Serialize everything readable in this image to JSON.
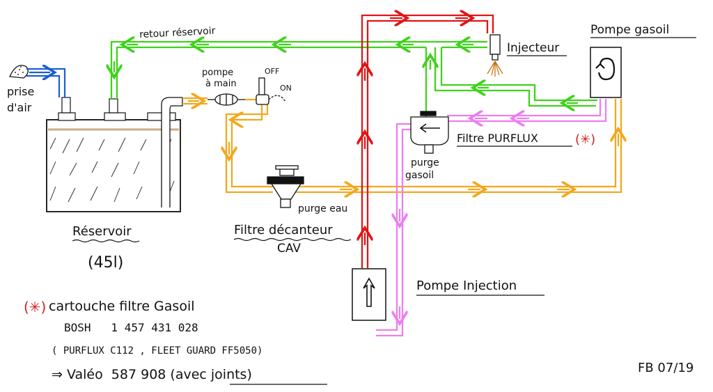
{
  "colors": {
    "feed": "#f2a81d",
    "return": "#3fd21c",
    "high_pressure": "#e01515",
    "leak": "#ec7ef0",
    "air": "#1b5fd0",
    "ink": "#111111",
    "asterisk": "#d12020",
    "tank_fill": "#c9ad86"
  },
  "labels": {
    "retour_reservoir": "retour réservoir",
    "prise": "prise",
    "air": "d'air",
    "pompe_a_main_1": "pompe",
    "pompe_a_main_2": "à main",
    "off": "OFF",
    "on": "ON",
    "injecteur": "Injecteur",
    "pompe_gasoil": "Pompe gasoil",
    "filtre_purflux": "Filtre PURFLUX",
    "asterisk": "(✳)",
    "purge_1": "purge",
    "purge_2": "gasoil",
    "purge_eau": "purge eau",
    "filtre_decanteur": "Filtre décanteur",
    "cav": "CAV",
    "reservoir": "Réservoir",
    "capacity": "(45l)",
    "pompe_injection": "Pompe Injection",
    "signature": "FB 07/19"
  },
  "note": {
    "marker": "(✳)",
    "line1": "cartouche filtre Gasoil",
    "line2": "BOSH   1 457 431 028",
    "line3": "( PURFLUX C112 , FLEET GUARD FF5050)",
    "line4": "⇒ Valéo  587 908 (avec joints)"
  },
  "icons": {
    "pump_rotation": "rotation-arrow-icon",
    "injection_pump": "up-arrow-icon",
    "filter_flow": "left-arrow-icon",
    "injector_spray": "spray-icon",
    "air_vent": "vent-cap-icon"
  }
}
